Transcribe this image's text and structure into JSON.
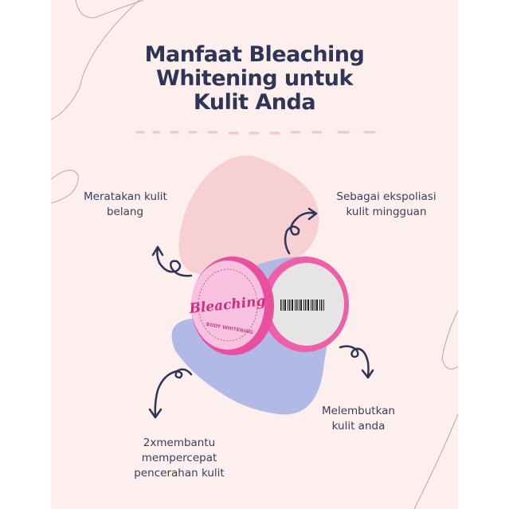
{
  "title": {
    "line1": "Manfaat Bleaching",
    "line2": "Whitening untuk",
    "line3": "Kulit Anda"
  },
  "benefits": [
    {
      "line1": "Meratakan kulit",
      "line2": "belang"
    },
    {
      "line1": "Sebagai ekspoliasi",
      "line2": "kulit mingguan"
    },
    {
      "line1": "Melembutkan",
      "line2": "kulit anda"
    },
    {
      "line1": "2xmembantu",
      "line2": "mempercepat",
      "line3": "pencerahan kulit"
    }
  ],
  "product": {
    "brand": "Bleaching",
    "subtitle": "BODY WHITENING"
  },
  "colors": {
    "background": "#fcefed",
    "title": "#2f3556",
    "pink_blob": "#f6d0d2",
    "lavender_blob": "#b3b9e6",
    "jar_pink": "#ee5fa8"
  }
}
